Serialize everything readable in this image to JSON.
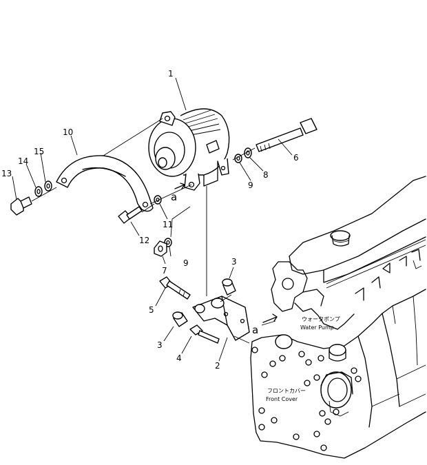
{
  "callouts": {
    "n1": "1",
    "n2": "2",
    "n3a": "3",
    "n3b": "3",
    "n4": "4",
    "n5": "5",
    "n6": "6",
    "n7": "7",
    "n8": "8",
    "n9a": "9",
    "n9b": "9",
    "n10": "10",
    "n11": "11",
    "n12": "12",
    "n13": "13",
    "n14": "14",
    "n15": "15"
  },
  "refs": {
    "a1": "a",
    "a2": "a"
  },
  "engine_labels": {
    "water_pump_jp": "ウォータポンプ",
    "water_pump_en": "Water Pump",
    "front_cover_jp": "フロントカバー",
    "front_cover_en": "Front Cover"
  }
}
